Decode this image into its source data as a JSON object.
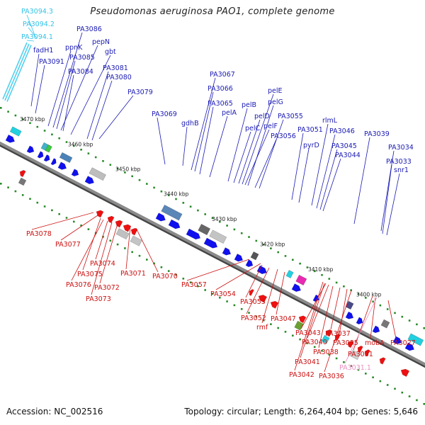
{
  "title": "Pseudomonas aeruginosa PAO1, complete genome",
  "footer": {
    "accession": "Accession: NC_002516",
    "summary": "Topology: circular; Length: 6,264,404 bp; Genes: 5,646"
  },
  "colors": {
    "forward_label": "#1a1ab4",
    "reverse_label": "#cc1111",
    "rna_label": "#33c3e6",
    "pseudo_label": "#e890c0",
    "forward_arrow": "#1010ee",
    "reverse_arrow": "#ee1010",
    "tick": "#2a8a2a",
    "backbone": "#8a8a8a"
  },
  "scale": [
    "3470 kbp",
    "3460 kbp",
    "3450 kbp",
    "3440 kbp",
    "3430 kbp",
    "3420 kbp",
    "3410 kbp",
    "3400 kbp"
  ],
  "forward_genes": [
    "PA3094.3",
    "PA3094.2",
    "PA3094.1",
    "fadH1",
    "PA3091",
    "ppnK",
    "PA3086",
    "PA3085",
    "pepN",
    "PA3084",
    "gbt",
    "PA3081",
    "PA3080",
    "PA3079",
    "PA3069",
    "gdhB",
    "PA3067",
    "PA3066",
    "PA3065",
    "pelA",
    "pelB",
    "pelE",
    "pelC",
    "pelD",
    "pelG",
    "pelF",
    "PA3055",
    "PA3056",
    "rlmL",
    "PA3051",
    "pyrD",
    "PA3046",
    "PA3045",
    "PA3044",
    "PA3039",
    "PA3034",
    "PA3033",
    "snr1"
  ],
  "reverse_genes": [
    "PA3078",
    "PA3077",
    "PA3074",
    "PA3075",
    "PA3076",
    "PA3072",
    "PA3071",
    "PA3073",
    "PA3070",
    "PA3057",
    "PA3054",
    "PA3053",
    "PA3052",
    "rmf",
    "PA3047",
    "PA3043",
    "PA3040",
    "PA3037",
    "PA3038",
    "PA3035",
    "mobA",
    "PA3031",
    "PA3031.1",
    "PA3027",
    "PA3041",
    "PA3042",
    "PA3036"
  ]
}
